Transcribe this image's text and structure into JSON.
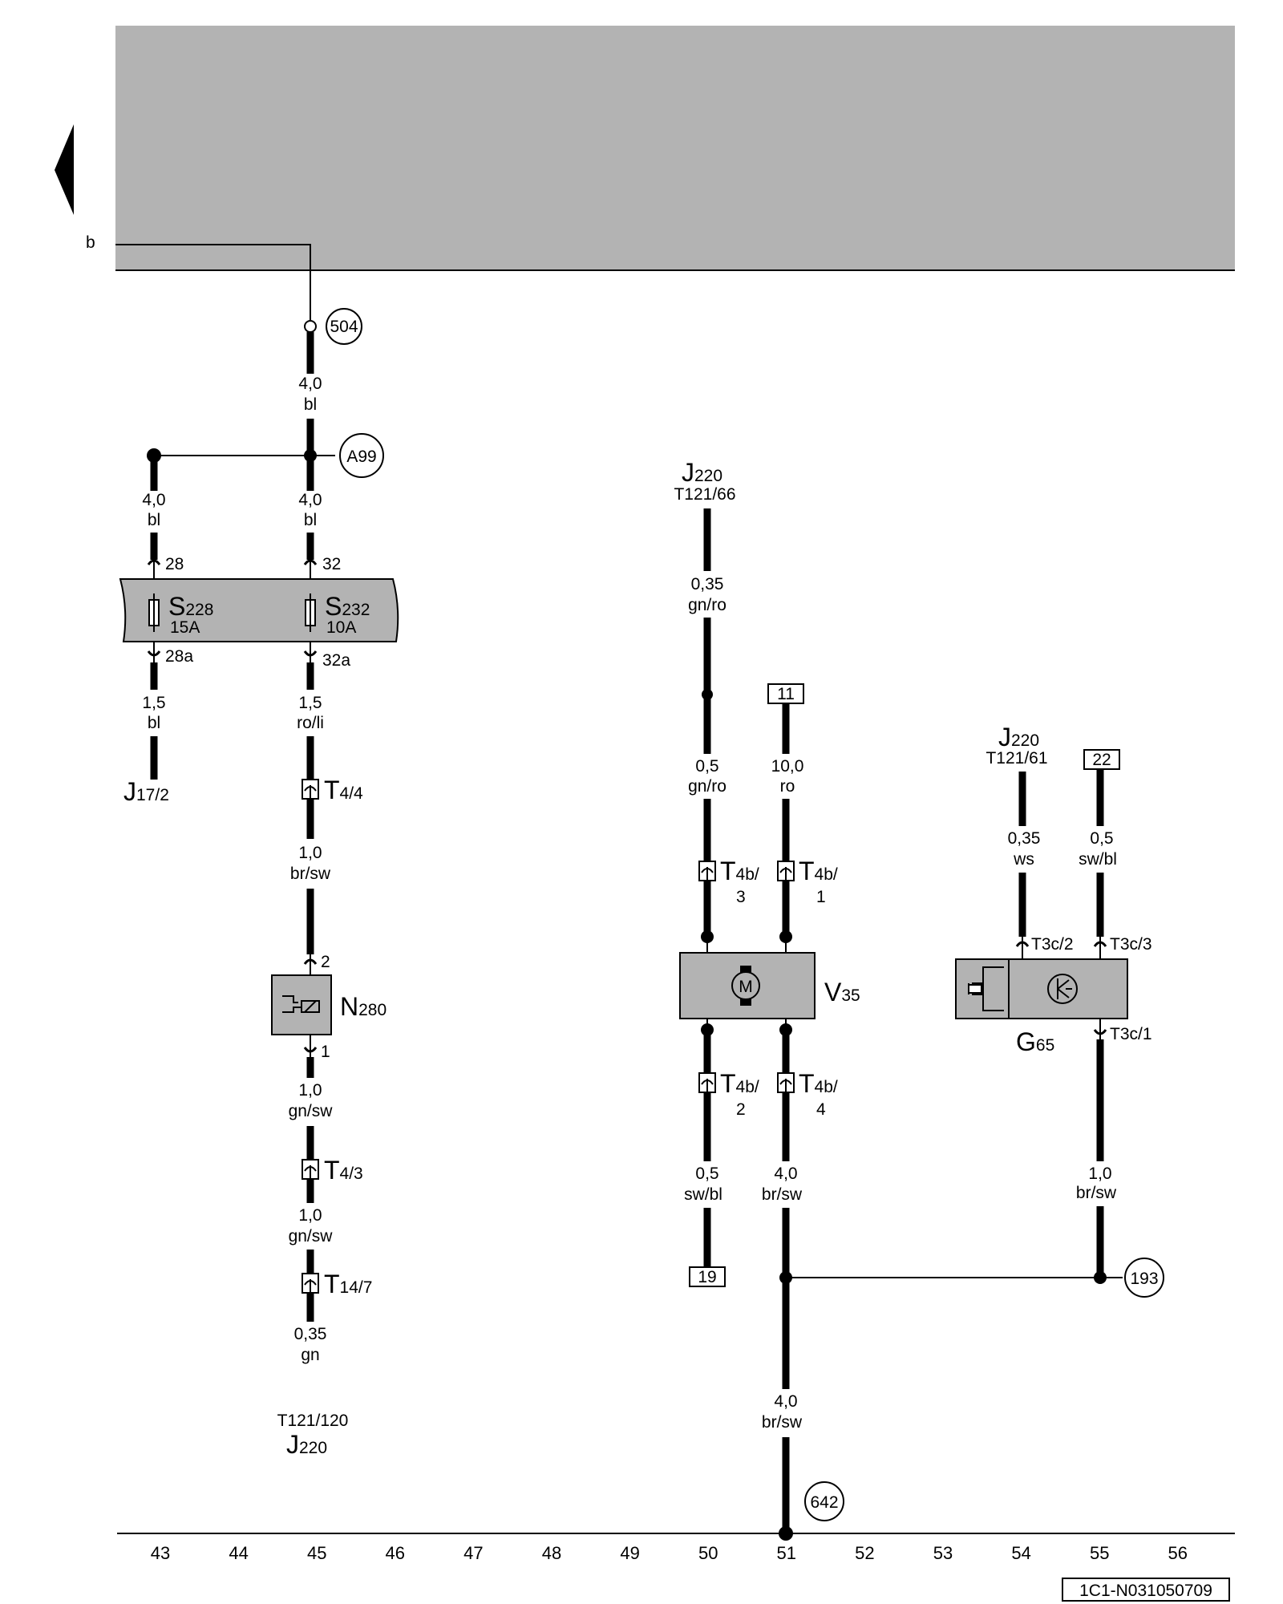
{
  "diagram_id": "1C1-N031050709",
  "continuation_letter": "b",
  "points": {
    "p504": "504",
    "a99": "A99",
    "p193": "193",
    "p642": "642"
  },
  "boxes": {
    "b11": "11",
    "b19": "19",
    "b22": "22"
  },
  "fuses": {
    "s228": {
      "letter": "S",
      "sub": "228",
      "rating": "15A",
      "pin_in": "28",
      "pin_out": "28a"
    },
    "s232": {
      "letter": "S",
      "sub": "232",
      "rating": "10A",
      "pin_in": "32",
      "pin_out": "32a"
    }
  },
  "components": {
    "n280": {
      "letter": "N",
      "sub": "280",
      "pin_top": "2",
      "pin_bottom": "1"
    },
    "v35": {
      "letter": "V",
      "sub": "35",
      "symbol": "M"
    },
    "g65": {
      "letter": "G",
      "sub": "65",
      "pin_2": "T3c/2",
      "pin_3": "T3c/3",
      "pin_1": "T3c/1"
    }
  },
  "connectors": {
    "t4_4": {
      "letter": "T",
      "sub": "4/4"
    },
    "t4_3": {
      "letter": "T",
      "sub": "4/3"
    },
    "t14_7": {
      "letter": "T",
      "sub": "14/7"
    },
    "t4b_3": {
      "letter": "T",
      "sub": "4b/",
      "pin": "3"
    },
    "t4b_1": {
      "letter": "T",
      "sub": "4b/",
      "pin": "1"
    },
    "t4b_2": {
      "letter": "T",
      "sub": "4b/",
      "pin": "2"
    },
    "t4b_4": {
      "letter": "T",
      "sub": "4b/",
      "pin": "4"
    }
  },
  "ecu_refs": {
    "j17": {
      "letter": "J",
      "sub": "17/2"
    },
    "j220_bottom": {
      "letter": "J",
      "sub": "220",
      "pin": "T121/120"
    },
    "j220_top": {
      "letter": "J",
      "sub": "220",
      "pin": "T121/66"
    },
    "j220_right": {
      "letter": "J",
      "sub": "220",
      "pin": "T121/61"
    }
  },
  "wires": {
    "w504": {
      "size": "4,0",
      "color": "bl"
    },
    "w_left": {
      "size": "4,0",
      "color": "bl"
    },
    "w_fuse32": {
      "size": "4,0",
      "color": "bl"
    },
    "w_j17": {
      "size": "1,5",
      "color": "bl"
    },
    "w_roli": {
      "size": "1,5",
      "color": "ro/li"
    },
    "w_brsw1": {
      "size": "1,0",
      "color": "br/sw"
    },
    "w_gnsw1": {
      "size": "1,0",
      "color": "gn/sw"
    },
    "w_gnsw2": {
      "size": "1,0",
      "color": "gn/sw"
    },
    "w_gn": {
      "size": "0,35",
      "color": "gn"
    },
    "w_gnro1": {
      "size": "0,35",
      "color": "gn/ro"
    },
    "w_gnro2": {
      "size": "0,5",
      "color": "gn/ro"
    },
    "w_ro": {
      "size": "10,0",
      "color": "ro"
    },
    "w_swbl1": {
      "size": "0,5",
      "color": "sw/bl"
    },
    "w_brsw2": {
      "size": "4,0",
      "color": "br/sw"
    },
    "w_brsw3": {
      "size": "4,0",
      "color": "br/sw"
    },
    "w_ws": {
      "size": "0,35",
      "color": "ws"
    },
    "w_swbl2": {
      "size": "0,5",
      "color": "sw/bl"
    },
    "w_brsw4": {
      "size": "1,0",
      "color": "br/sw"
    }
  },
  "columns": [
    "43",
    "44",
    "45",
    "46",
    "47",
    "48",
    "49",
    "50",
    "51",
    "52",
    "53",
    "54",
    "55",
    "56"
  ]
}
